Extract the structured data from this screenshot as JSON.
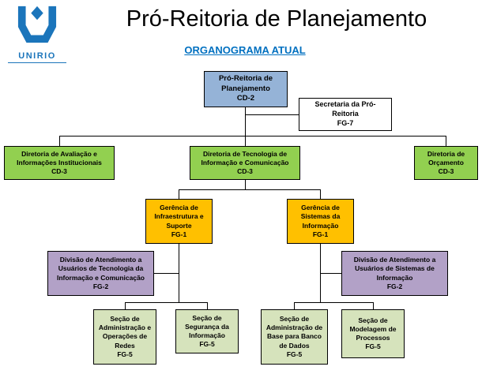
{
  "header": {
    "logo_text": "UNIRIO",
    "title": "Pró-Reitoria de Planejamento",
    "subtitle": "ORGANOGRAMA ATUAL"
  },
  "colors": {
    "accent_blue": "#0070c0",
    "logo_blue": "#1b75bb",
    "root_fill": "#95b3d7",
    "directorate_fill": "#92d050",
    "management_fill": "#ffc000",
    "division_fill": "#b2a1c7",
    "section_fill": "#d6e3bc",
    "secretary_fill": "#ffffff",
    "line_color": "#000000"
  },
  "org": {
    "root": {
      "name": "Pró-Reitoria de Planejamento",
      "code": "CD-2"
    },
    "secretary": {
      "name": "Secretaria da Pró-Reitoria",
      "code": "FG-7"
    },
    "directorates": [
      {
        "name": "Diretoria de Avaliação e Informações Institucionais",
        "code": "CD-3"
      },
      {
        "name": "Diretoria de Tecnologia de Informação e Comunicação",
        "code": "CD-3"
      },
      {
        "name": "Diretoria de Orçamento",
        "code": "CD-3"
      }
    ],
    "managements": [
      {
        "name": "Gerência de Infraestrutura e Suporte",
        "code": "FG-1"
      },
      {
        "name": "Gerência de Sistemas da Informação",
        "code": "FG-1"
      }
    ],
    "divisions": [
      {
        "name": "Divisão de Atendimento a Usuários de Tecnologia da Informação e Comunicação",
        "code": "FG-2"
      },
      {
        "name": "Divisão de Atendimento a Usuários de Sistemas de Informação",
        "code": "FG-2"
      }
    ],
    "sections": [
      {
        "name": "Seção de Administração e Operações de Redes",
        "code": "FG-5"
      },
      {
        "name": "Seção de Segurança da Informação",
        "code": "FG-5"
      },
      {
        "name": "Seção de Administração de Base para Banco de Dados",
        "code": "FG-5"
      },
      {
        "name": "Seção de Modelagem de Processos",
        "code": "FG-5"
      }
    ]
  }
}
